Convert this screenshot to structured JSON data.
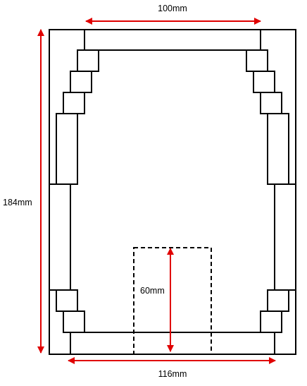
{
  "diagram": {
    "dimensions": {
      "top_width": "100mm",
      "height": "184mm",
      "inner_height": "60mm",
      "bottom_width": "116mm"
    },
    "colors": {
      "outline": "#000000",
      "arrow": "#e00000",
      "background": "#ffffff"
    }
  }
}
